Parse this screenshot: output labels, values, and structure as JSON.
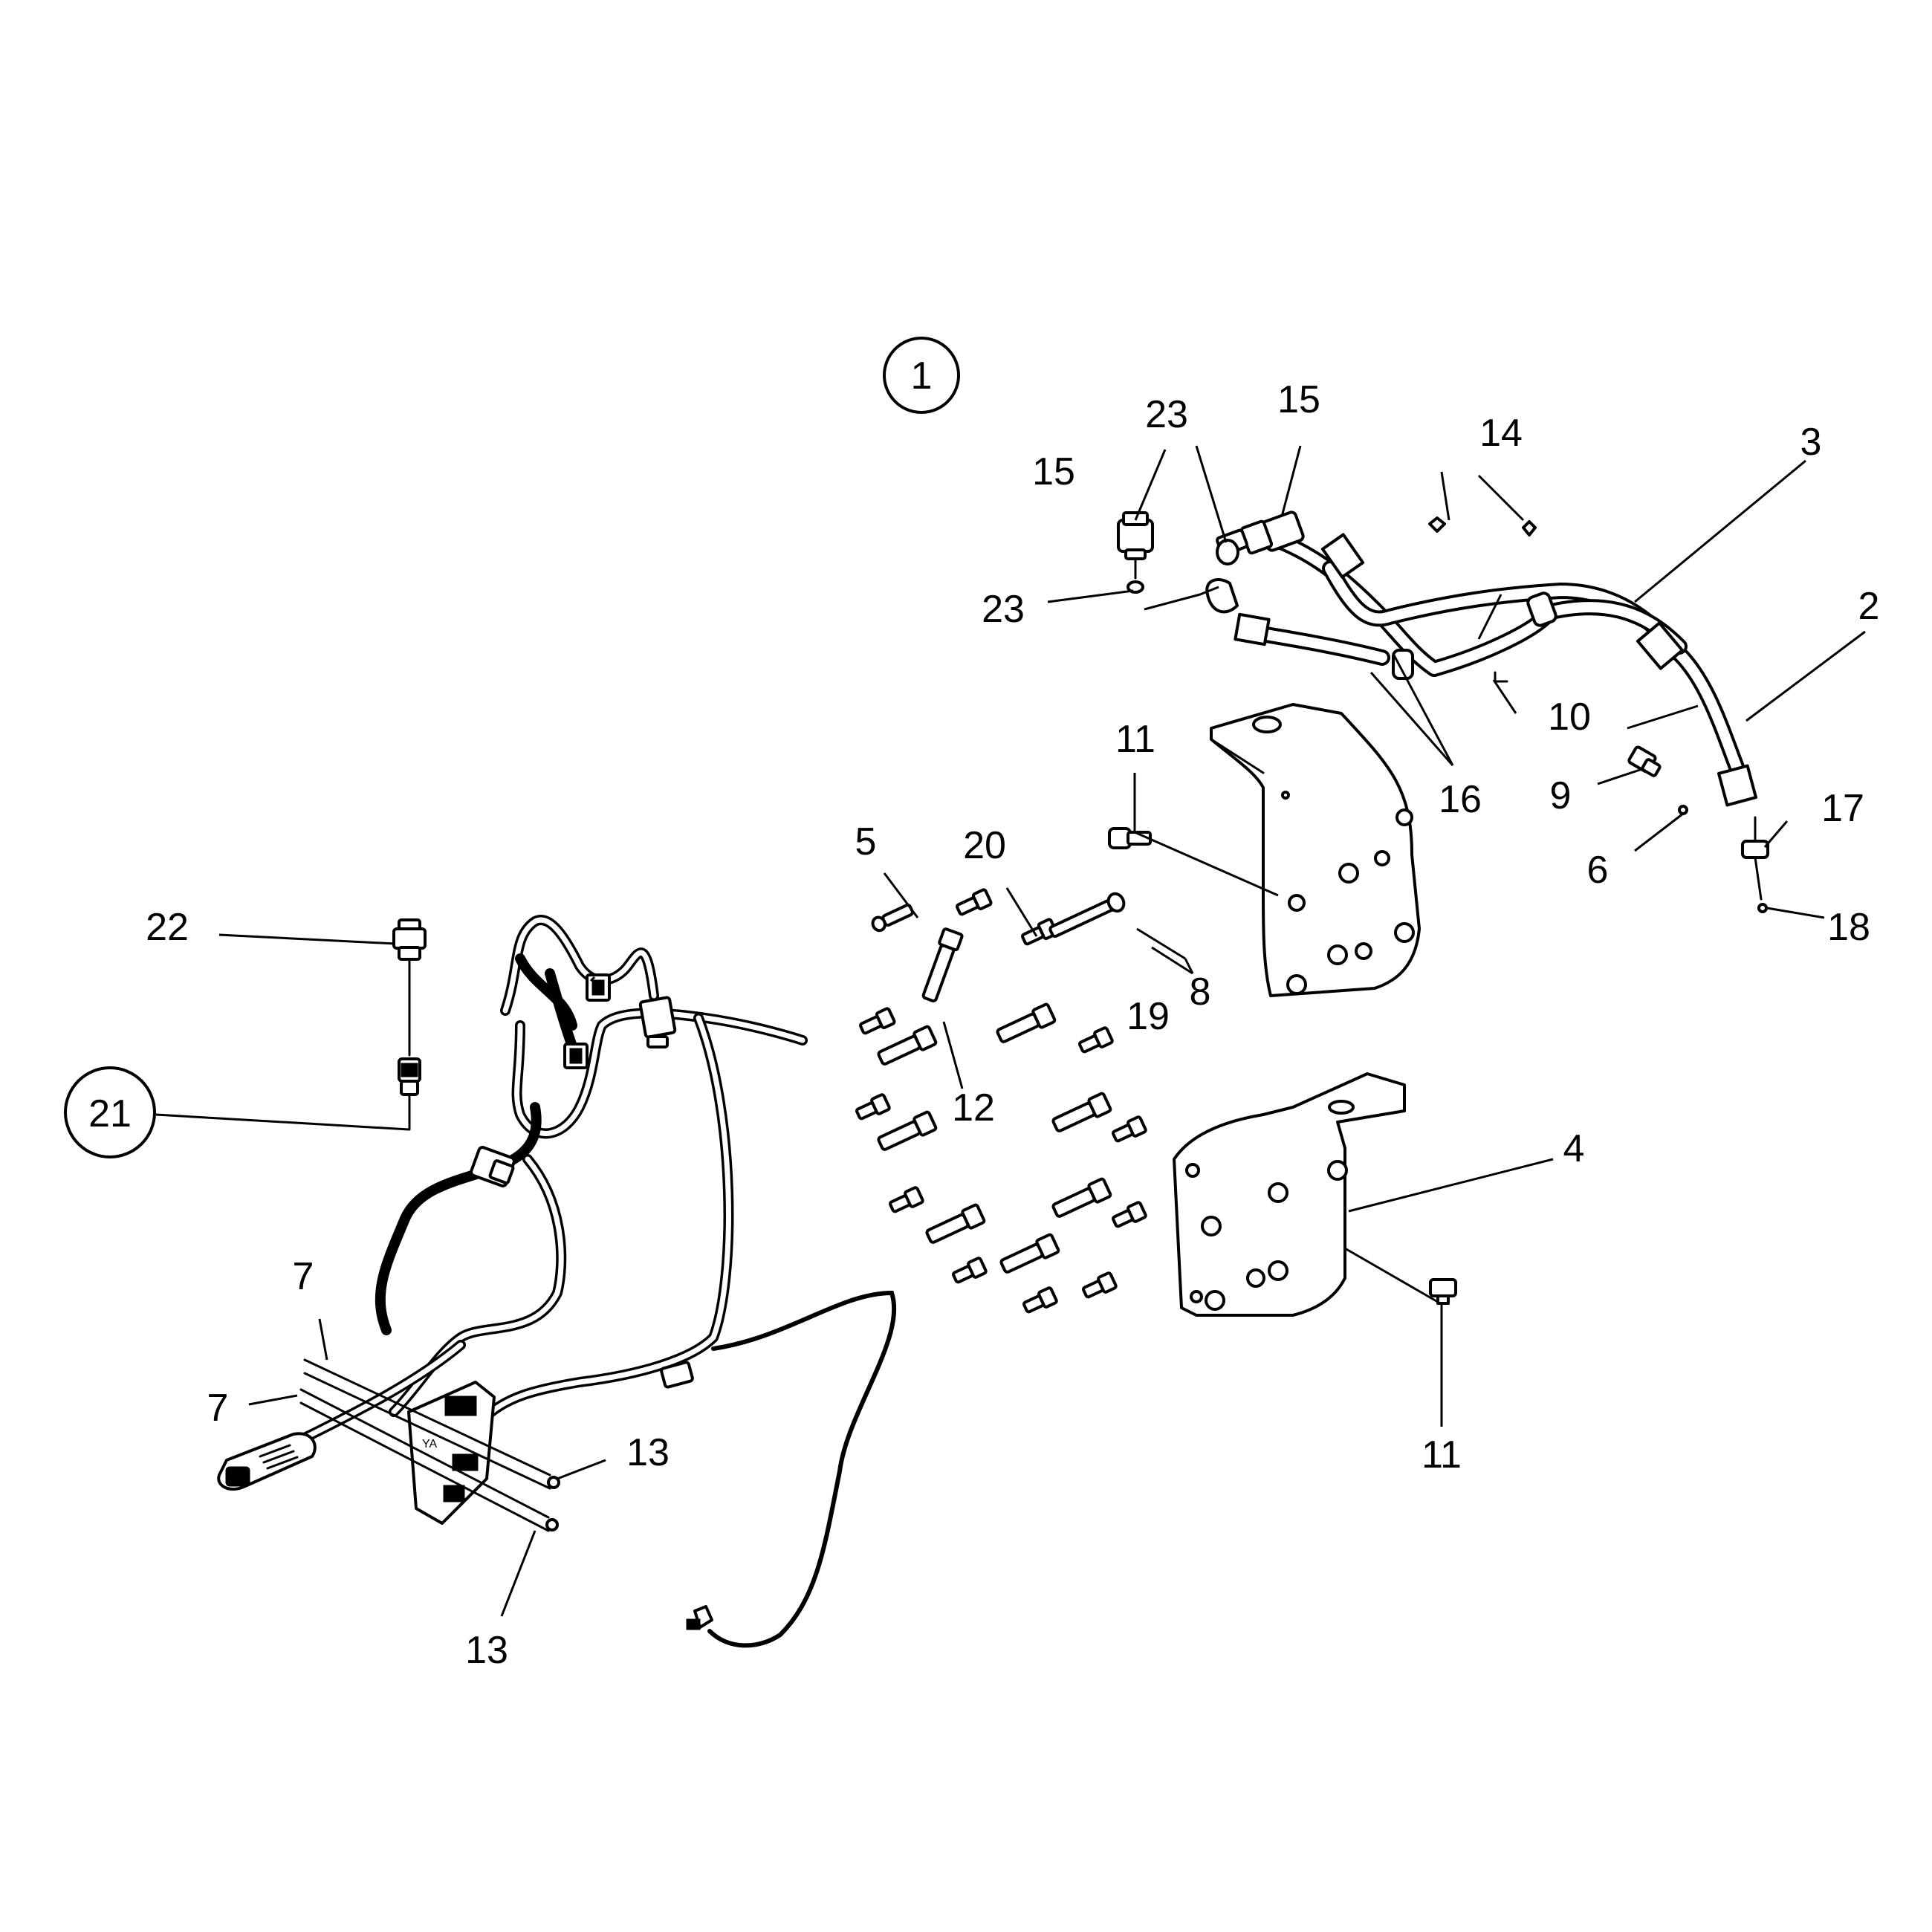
{
  "callouts": {
    "c1": "1",
    "c2": "2",
    "c3": "3",
    "c4": "4",
    "c5": "5",
    "c6": "6",
    "c7a": "7",
    "c7b": "7",
    "c8": "8",
    "c9": "9",
    "c10": "10",
    "c11a": "11",
    "c11b": "11",
    "c12": "12",
    "c13a": "13",
    "c13b": "13",
    "c14": "14",
    "c15a": "15",
    "c15b": "15",
    "c16": "16",
    "c17": "17",
    "c18": "18",
    "c19": "19",
    "c20": "20",
    "c21": "21",
    "c22": "22",
    "c23a": "23",
    "c23b": "23"
  }
}
